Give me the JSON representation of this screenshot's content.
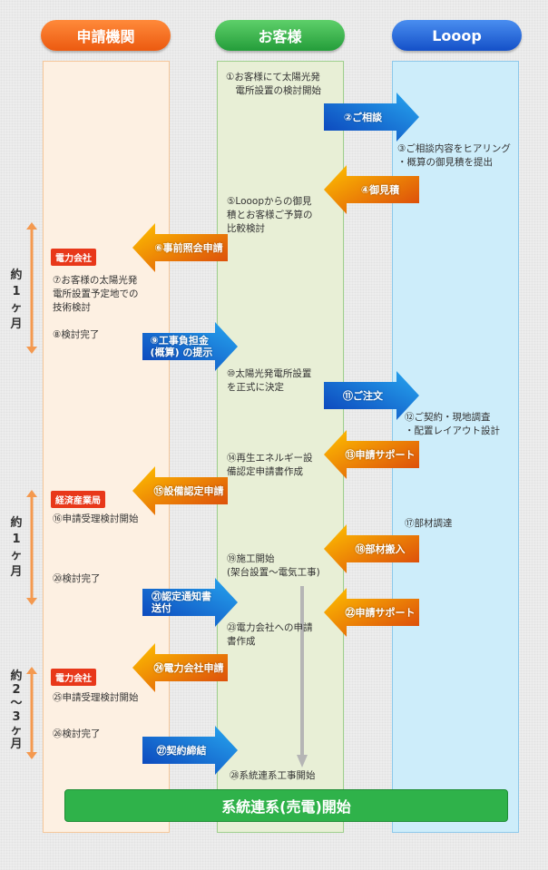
{
  "headers": {
    "applicant": "申請機関",
    "customer": "お客様",
    "looop": "Looop"
  },
  "steps": {
    "s1": "①お客様にて太陽光発\n　電所設置の検討開始",
    "s2": "②ご相談",
    "s3": "③ご相談内容をヒアリング\n・概算の御見積を提出",
    "s4": "④御見積",
    "s5": "⑤Looopからの御見\n積とお客様ご予算の\n比較検討",
    "s6": "⑥事前照会申請",
    "s7": "⑦お客様の太陽光発\n電所設置予定地での\n技術検討",
    "s8": "⑧検討完了",
    "s9": "⑨工事負担金\n(概算) の提示",
    "s10": "⑩太陽光発電所設置\nを正式に決定",
    "s11": "⑪ご注文",
    "s12": "⑫ご契約・現地調査\n・配置レイアウト設計",
    "s13": "⑬申請サポート",
    "s14": "⑭再生エネルギー設\n備認定申請書作成",
    "s15": "⑮設備認定申請",
    "s16": "⑯申請受理検討開始",
    "s17": "⑰部材調達",
    "s18": "⑱部材搬入",
    "s19": "⑲施工開始\n(架台設置～電気工事)",
    "s20": "⑳検討完了",
    "s21": "㉑認定通知書\n送付",
    "s22": "㉒申請サポート",
    "s23": "㉓電力会社への申請\n書作成",
    "s24": "㉔電力会社申請",
    "s25": "㉕申請受理検討開始",
    "s26": "㉖検討完了",
    "s27": "㉗契約締結",
    "s28": "㉘系統連系工事開始"
  },
  "badges": {
    "b1": "電力会社",
    "b2": "経済産業局",
    "b3": "電力会社"
  },
  "durations": {
    "d1": "約\n1\nヶ\n月",
    "d2": "約\n1\nヶ\n月",
    "d3": "約\n2\n〜\n3\nヶ\n月"
  },
  "final": "系統連系(売電)開始",
  "colors": {
    "orange": "#f26b1d",
    "green": "#2fb24a",
    "blue": "#1a63d8"
  }
}
